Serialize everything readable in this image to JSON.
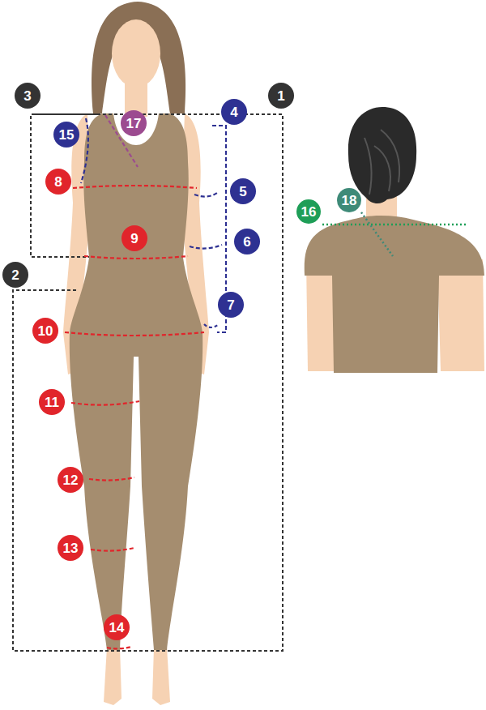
{
  "diagram": {
    "nodes": [
      {
        "text": [
          "3"
        ]
      },
      {
        "text": [
          "1"
        ]
      },
      {
        "text": [
          "4"
        ]
      },
      {
        "text": [
          "17"
        ]
      },
      {
        "text": [
          "15"
        ]
      },
      {
        "text": [
          "8"
        ]
      },
      {
        "text": [
          "5"
        ]
      },
      {
        "text": [
          "18"
        ]
      },
      {
        "text": [
          "16"
        ]
      },
      {
        "text": [
          "9"
        ]
      },
      {
        "text": [
          "6"
        ]
      },
      {
        "text": [
          "2"
        ]
      },
      {
        "text": [
          "7"
        ]
      },
      {
        "text": [
          "10"
        ]
      },
      {
        "text": [
          "11"
        ]
      },
      {
        "text": [
          "12"
        ]
      },
      {
        "text": [
          "13"
        ]
      },
      {
        "text": [
          "14"
        ]
      }
    ]
  }
}
